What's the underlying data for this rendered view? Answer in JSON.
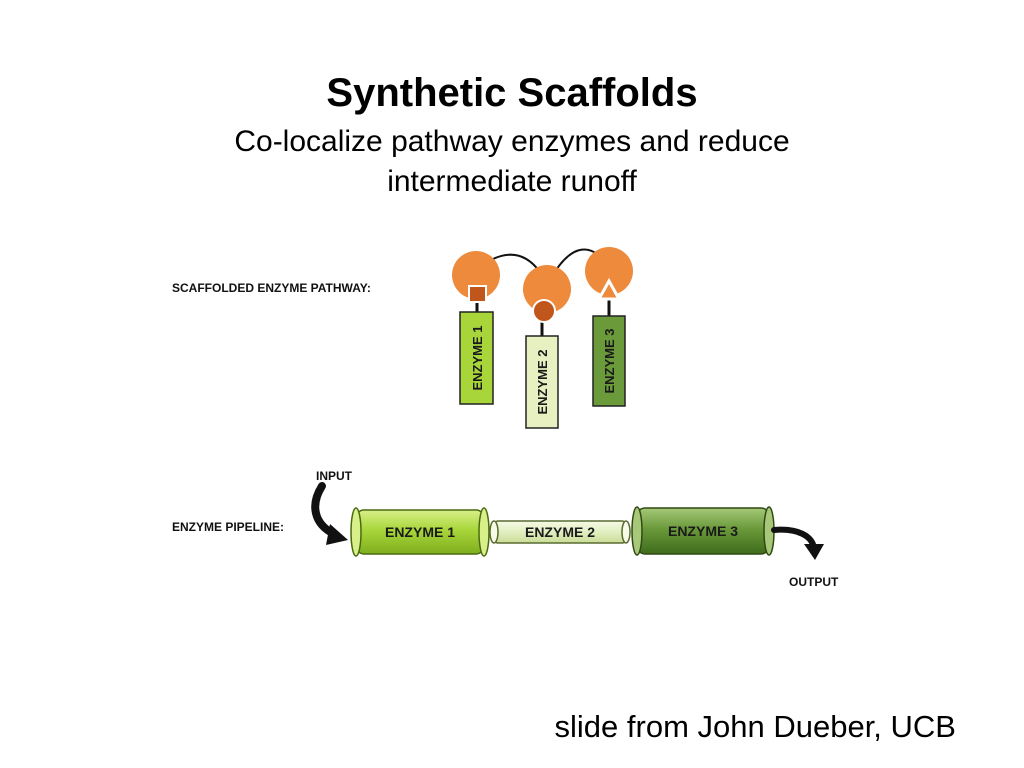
{
  "slide": {
    "title": "Synthetic Scaffolds",
    "subtitle": "Co-localize pathway enzymes and reduce intermediate runoff",
    "credit": "slide from John Dueber, UCB"
  },
  "diagram": {
    "scaffold_label": "SCAFFOLDED ENZYME PATHWAY:",
    "pipeline_label": "ENZYME PIPELINE:",
    "input_label": "INPUT",
    "output_label": "OUTPUT",
    "enzymes": [
      {
        "label": "ENZYME 1",
        "color": "#a8d63a"
      },
      {
        "label": "ENZYME 2",
        "color": "#e6f0c0"
      },
      {
        "label": "ENZYME 3",
        "color": "#6a9a3a"
      }
    ],
    "scaffold_color": "#ee8a3c",
    "ligand_color": "#c0561c"
  }
}
